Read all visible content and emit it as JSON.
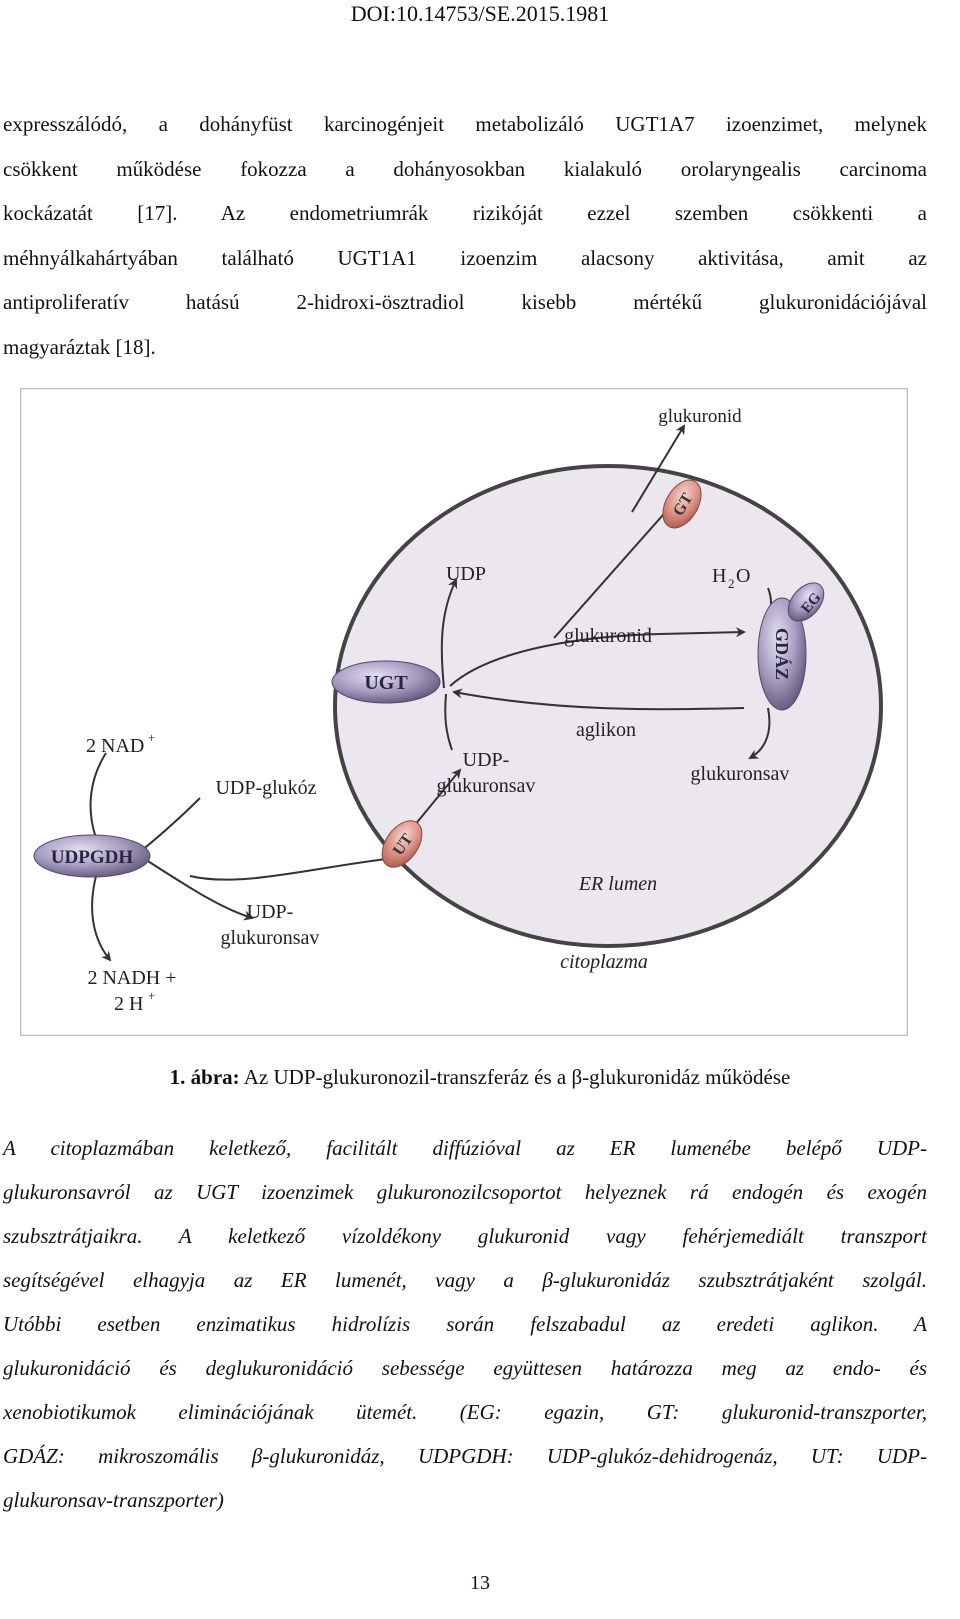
{
  "header": {
    "doi": "DOI:10.14753/SE.2015.1981"
  },
  "paragraph": {
    "lines": [
      "expresszálódó, a dohányfüst karcinogénjeit metabolizáló UGT1A7 izoenzimet, melynek",
      "csökkent működése fokozza a dohányosokban kialakuló orolaryngealis carcinoma",
      "kockázatát [17]. Az endometriumrák rizikóját ezzel szemben csökkenti a",
      "méhnyálkahártyában található UGT1A1 izoenzim alacsony aktivitása, amit az",
      "antiproliferatív hatású 2-hidroxi-ösztradiol kisebb mértékű glukuronidációjával",
      "magyaráztak [18]."
    ]
  },
  "figure": {
    "labels": {
      "glukuronid_top": "glukuronid",
      "gt": "GT",
      "udp": "UDP",
      "h2o_h": "H",
      "h2o_2": "2",
      "h2o_o": "O",
      "eg": "EG",
      "gdaz": "GDÁZ",
      "glukuronid_mid": "glukuronid",
      "ugt": "UGT",
      "aglikon": "aglikon",
      "udp_glukuronsav_in_1": "UDP-",
      "udp_glukuronsav_in_2": "glukuronsav",
      "glukuronsav": "glukuronsav",
      "nad": "2 NAD",
      "nad_sup": "+",
      "udp_glukoz": "UDP-glukóz",
      "udpgdh": "UDPGDH",
      "ut": "UT",
      "er_lumen": "ER lumen",
      "udp_glukuronsav_out_1": "UDP-",
      "udp_glukuronsav_out_2": "glukuronsav",
      "citoplazma": "citoplazma",
      "nadh_1": "2 NADH +",
      "nadh_2": "2 H",
      "nadh_sup": "+"
    },
    "colors": {
      "lumen_fill": "#ece6ee",
      "enzyme_purple": "#8e86a6",
      "transporter_red": "#d88a80"
    }
  },
  "caption": {
    "number": "1. ábra:",
    "text": " Az UDP-glukuronozil-transzferáz és a β-glukuronidáz működése"
  },
  "description": {
    "lines": [
      "A citoplazmában keletkező, facilitált diffúzióval az ER lumenébe belépő UDP-",
      "glukuronsavról az UGT izoenzimek glukuronozilcsoportot helyeznek rá endogén és exogén",
      "szubsztrátjaikra. A keletkező vízoldékony glukuronid vagy fehérjemediált transzport",
      "segítségével elhagyja az ER lumenét, vagy a β-glukuronidáz szubsztrátjaként szolgál.",
      "Utóbbi esetben enzimatikus hidrolízis során felszabadul az eredeti aglikon. A",
      "glukuronidáció és deglukuronidáció sebessége együttesen határozza meg az endo- és",
      "xenobiotikumok eliminációjának ütemét. (EG: egazin, GT: glukuronid-transzporter,",
      "GDÁZ: mikroszomális β-glukuronidáz, UDPGDH: UDP-glukóz-dehidrogenáz, UT: UDP-",
      "glukuronsav-transzporter)"
    ]
  },
  "page_number": "13"
}
